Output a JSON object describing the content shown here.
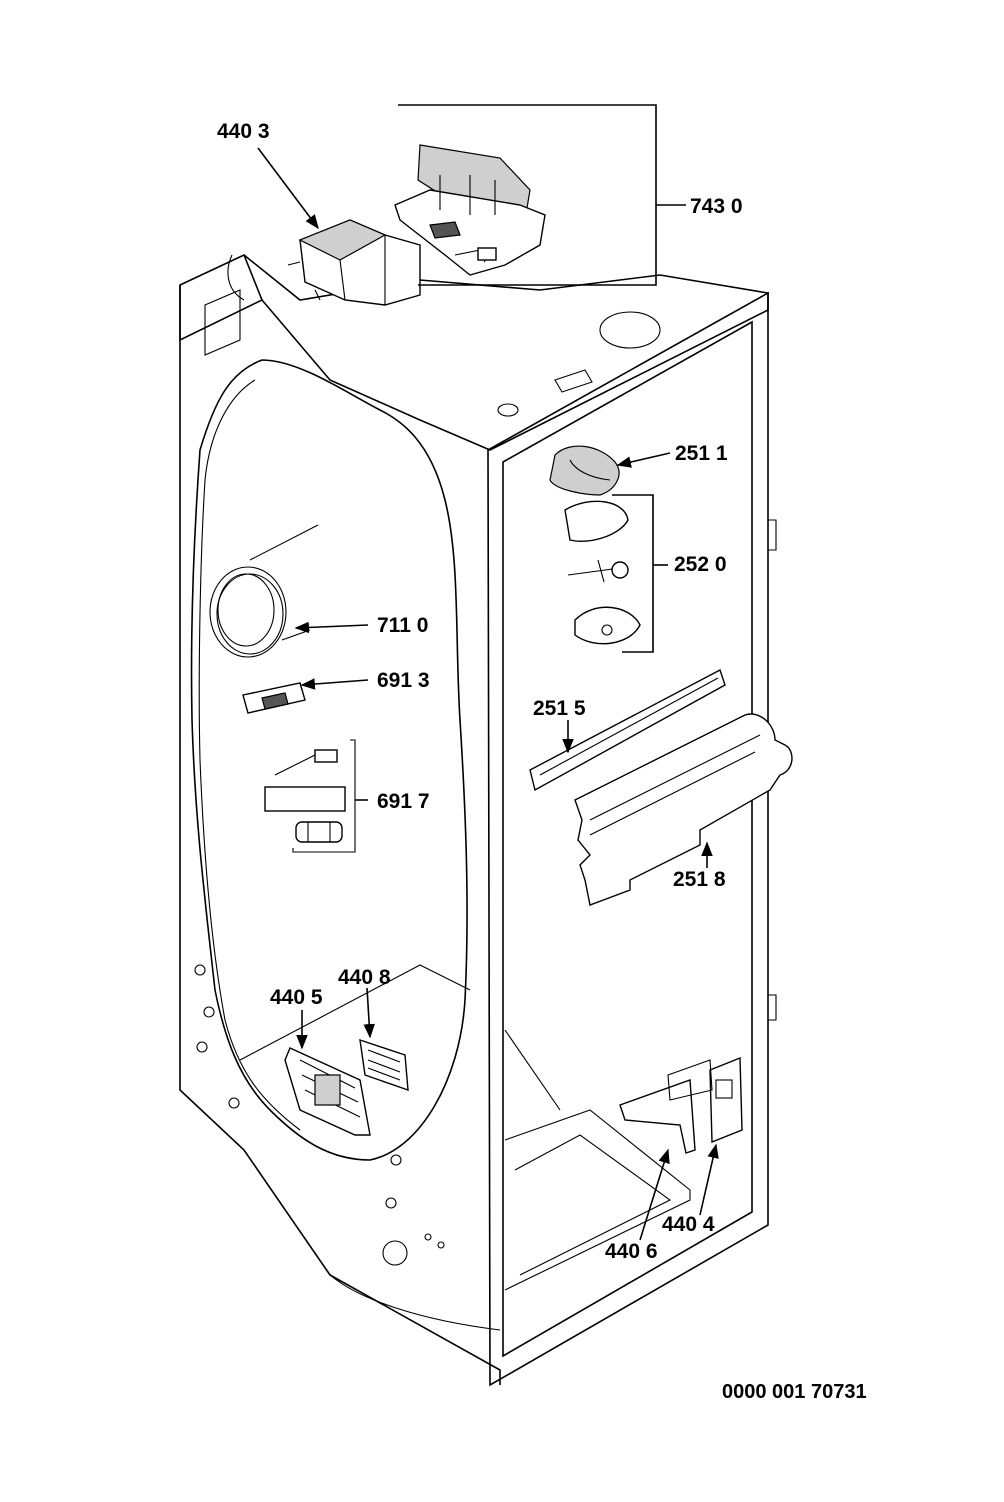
{
  "callouts": [
    {
      "id": "c4403",
      "text": "440 3"
    },
    {
      "id": "c7430",
      "text": "743 0"
    },
    {
      "id": "c2511",
      "text": "251 1"
    },
    {
      "id": "c2520",
      "text": "252 0"
    },
    {
      "id": "c7110",
      "text": "711 0"
    },
    {
      "id": "c6913",
      "text": "691 3"
    },
    {
      "id": "c2515",
      "text": "251 5"
    },
    {
      "id": "c6917",
      "text": "691 7"
    },
    {
      "id": "c2518",
      "text": "251 8"
    },
    {
      "id": "c4408",
      "text": "440 8"
    },
    {
      "id": "c4405",
      "text": "440 5"
    },
    {
      "id": "c4404",
      "text": "440 4"
    },
    {
      "id": "c4406",
      "text": "440 6"
    }
  ],
  "document_number": "0000 001 70731",
  "colors": {
    "ink": "#000000",
    "paper": "#ffffff",
    "shade": "#cfcfcf"
  }
}
